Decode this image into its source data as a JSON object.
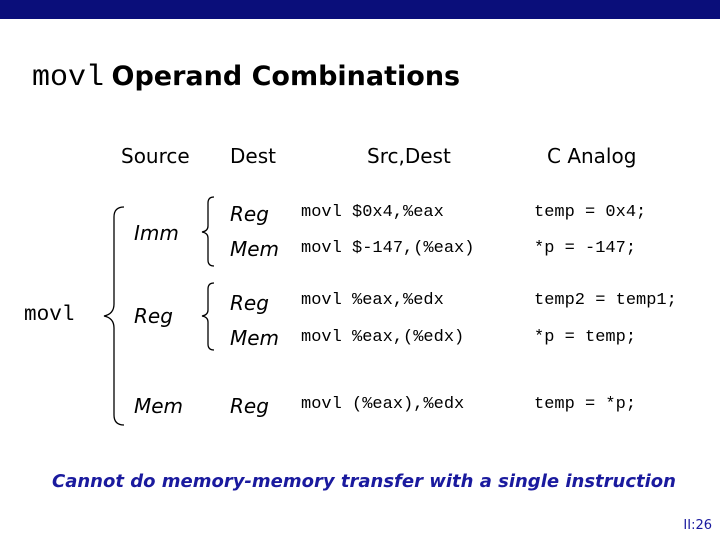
{
  "colors": {
    "topbar": "#0a0e7a",
    "text": "#000000",
    "note": "#1a1a9e",
    "pagenum": "#1a1a9e"
  },
  "title": {
    "mono": "movl",
    "text": "Operand Combinations"
  },
  "headers": {
    "source": "Source",
    "dest": "Dest",
    "src_dest": "Src,Dest",
    "c_analog": "C Analog"
  },
  "side_label": "movl",
  "sources": {
    "imm": "Imm",
    "reg": "Reg",
    "mem": "Mem"
  },
  "rows": [
    {
      "dest": "Reg",
      "instr": "movl $0x4,%eax",
      "c": "temp = 0x4;"
    },
    {
      "dest": "Mem",
      "instr": "movl $-147,(%eax)",
      "c": "*p = -147;"
    },
    {
      "dest": "Reg",
      "instr": "movl %eax,%edx",
      "c": "temp2 = temp1;"
    },
    {
      "dest": "Mem",
      "instr": "movl %eax,(%edx)",
      "c": "*p = temp;"
    },
    {
      "dest": "Reg",
      "instr": "movl (%eax),%edx",
      "c": "temp = *p;"
    }
  ],
  "note": "Cannot do memory-memory transfer with a single instruction",
  "page_number": "II:26"
}
